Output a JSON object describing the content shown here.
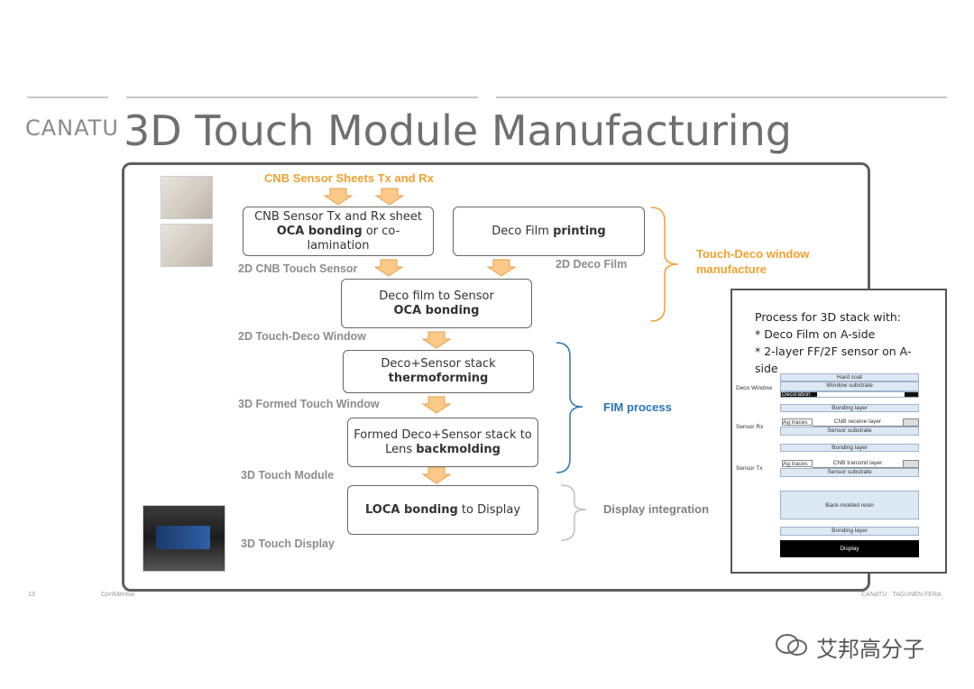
{
  "brand": "CANATU",
  "title": "3D Touch Module Manufacturing",
  "flow": {
    "top_label": "CNB Sensor Sheets Tx and Rx",
    "step1": {
      "pre": "CNB Sensor Tx and Rx sheet ",
      "bold": "OCA bonding",
      "post": " or co-lamination"
    },
    "step_deco": {
      "pre": "Deco Film ",
      "bold": "printing"
    },
    "step2": {
      "pre": "Deco film to Sensor ",
      "bold": "OCA bonding"
    },
    "step3": {
      "pre": "Deco+Sensor stack ",
      "bold": "thermoforming"
    },
    "step4": {
      "pre": "Formed Deco+Sensor stack to Lens ",
      "bold": "backmolding"
    },
    "step5": {
      "bold": "LOCA bonding",
      "post": " to Display"
    }
  },
  "stage_labels": {
    "cnb_touch_sensor": "2D CNB Touch Sensor",
    "deco_film": "2D Deco Film",
    "touch_deco_window": "2D Touch-Deco Window",
    "formed_touch_window": "3D Formed Touch Window",
    "touch_module": "3D Touch Module",
    "touch_display": "3D Touch Display"
  },
  "groups": {
    "touch_deco": "Touch-Deco window manufacture",
    "fim": "FIM process",
    "display": "Display integration"
  },
  "stack_panel": {
    "title_line1": "Process for 3D stack with:",
    "title_line2": "* Deco Film on A-side",
    "title_line3": "* 2-layer FF/2F sensor on A-side",
    "row_labels": {
      "deco_window": "Deco Window",
      "sensor_rx": "Sensor Rx",
      "sensor_tx": "Sensor Tx"
    },
    "layers": {
      "hard_coat": "Hard coat",
      "window_substrate": "Window substrate",
      "decoration": "Decoration",
      "bonding1": "Bonding layer",
      "ag_traces_rx": "Ag traces",
      "cnb_receive": "CNB receive layer",
      "sensor_sub_rx": "Sensor substrate",
      "bonding2": "Bonding layer",
      "ag_traces_tx": "Ag traces",
      "cnb_transmit": "CNB transmit layer",
      "sensor_sub_tx": "Sensor substrate",
      "back_molded": "Back-molded resin",
      "bonding3": "Bonding layer",
      "display": "Display"
    }
  },
  "footer": {
    "page": "13",
    "confidential": "Confidential",
    "right": "CANATU · TAGUNEN FERA"
  },
  "watermark": "艾邦高分子",
  "colors": {
    "orange": "#f0a030",
    "blue": "#2b74b8",
    "layer_fill": "#dde8f5"
  }
}
